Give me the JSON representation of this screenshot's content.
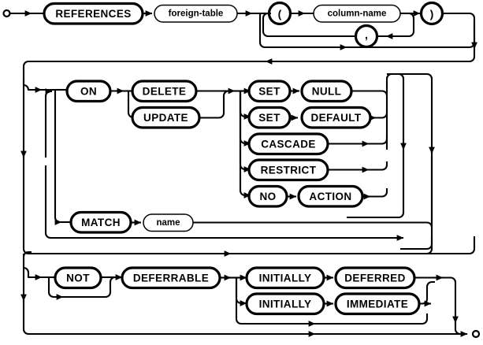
{
  "diagram": {
    "title": "REFERENCES clause railroad syntax diagram",
    "type": "railroad-syntax-diagram",
    "colors": {
      "stroke": "#000000",
      "background": "#ffffff"
    },
    "start_marker": "open-circle",
    "end_marker": "open-circle",
    "rows": [
      {
        "id": "row-references",
        "nodes": [
          {
            "id": "references",
            "label": "REFERENCES",
            "kind": "terminal"
          },
          {
            "id": "foreign-table",
            "label": "foreign-table",
            "kind": "nonterminal"
          },
          {
            "id": "lparen",
            "label": "(",
            "kind": "terminal-punct"
          },
          {
            "id": "column-name",
            "label": "column-name",
            "kind": "nonterminal"
          },
          {
            "id": "comma",
            "label": ",",
            "kind": "terminal-punct"
          },
          {
            "id": "rparen",
            "label": ")",
            "kind": "terminal-punct"
          }
        ]
      },
      {
        "id": "row-on-action",
        "nodes": [
          {
            "id": "on",
            "label": "ON",
            "kind": "terminal"
          },
          {
            "id": "delete",
            "label": "DELETE",
            "kind": "terminal"
          },
          {
            "id": "update",
            "label": "UPDATE",
            "kind": "terminal"
          },
          {
            "id": "set-null-set",
            "label": "SET",
            "kind": "terminal"
          },
          {
            "id": "null",
            "label": "NULL",
            "kind": "terminal"
          },
          {
            "id": "set-default-set",
            "label": "SET",
            "kind": "terminal"
          },
          {
            "id": "default",
            "label": "DEFAULT",
            "kind": "terminal"
          },
          {
            "id": "cascade",
            "label": "CASCADE",
            "kind": "terminal"
          },
          {
            "id": "restrict",
            "label": "RESTRICT",
            "kind": "terminal"
          },
          {
            "id": "no",
            "label": "NO",
            "kind": "terminal"
          },
          {
            "id": "action",
            "label": "ACTION",
            "kind": "terminal"
          },
          {
            "id": "match",
            "label": "MATCH",
            "kind": "terminal"
          },
          {
            "id": "name",
            "label": "name",
            "kind": "nonterminal"
          }
        ]
      },
      {
        "id": "row-deferrable",
        "nodes": [
          {
            "id": "not",
            "label": "NOT",
            "kind": "terminal"
          },
          {
            "id": "deferrable",
            "label": "DEFERRABLE",
            "kind": "terminal"
          },
          {
            "id": "initially-deferred",
            "label": "INITIALLY",
            "kind": "terminal"
          },
          {
            "id": "deferred",
            "label": "DEFERRED",
            "kind": "terminal"
          },
          {
            "id": "initially-immediate",
            "label": "INITIALLY",
            "kind": "terminal"
          },
          {
            "id": "immediate",
            "label": "IMMEDIATE",
            "kind": "terminal"
          }
        ]
      }
    ]
  }
}
